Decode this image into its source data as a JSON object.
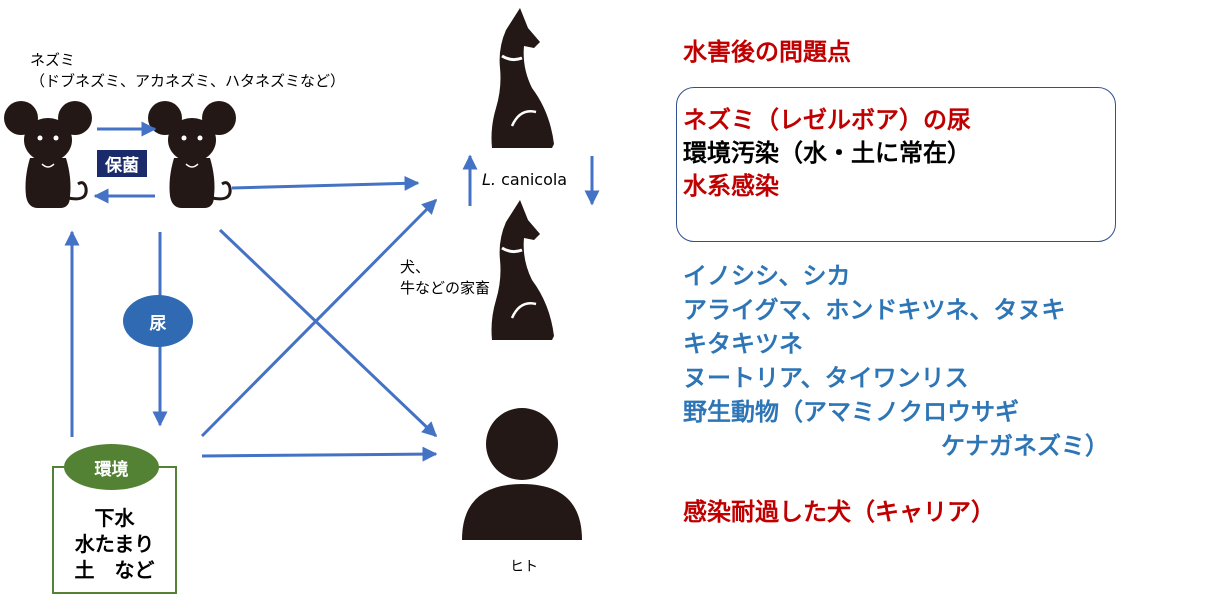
{
  "diagram": {
    "rat_label_line1": "ネズミ",
    "rat_label_line2": "（ドブネズミ、アカネズミ、ハタネズミなど）",
    "carrier_badge": "保菌",
    "urine_label": "尿",
    "environment_label": "環境",
    "environment_items": [
      "下水",
      "水たまり",
      "土　など"
    ],
    "serovar_prefix": "L.",
    "serovar_name": " canicola",
    "livestock_line1": "犬、",
    "livestock_line2": "牛などの家畜",
    "human_label": "ヒト"
  },
  "right_panel": {
    "title": "水害後の問題点",
    "boxed_lines": [
      "ネズミ（レゼルボア）の尿",
      "環境汚染（水・土に常在）",
      "水系感染"
    ],
    "hosts": [
      "イノシシ、シカ",
      "アライグマ、ホンドキツネ、タヌキ",
      "キタキツネ",
      "ヌートリア、タイワンリス",
      "野生動物（アマミノクロウサギ",
      "ケナガネズミ）"
    ],
    "carrier_dog": "感染耐過した犬（キャリア）"
  },
  "colors": {
    "arrow": "#4472c4",
    "title_red": "#c00000",
    "host_blue": "#2e75b6",
    "env_green": "#548235",
    "badge_navy": "#1b2a6b",
    "silhouette": "#231815"
  },
  "icons": [
    "rat-icon",
    "dog-icon",
    "person-icon"
  ]
}
